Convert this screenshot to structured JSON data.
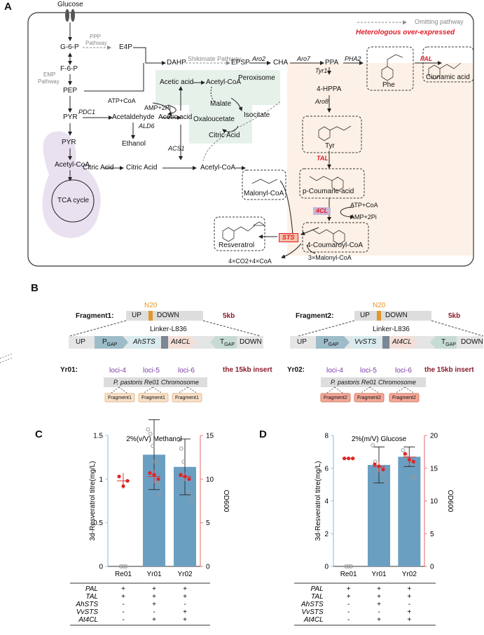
{
  "panels": {
    "a": "A",
    "b": "B",
    "c": "C",
    "d": "D"
  },
  "pathway": {
    "glucose": "Glucose",
    "g6p": "G-6-P",
    "ppp": "PPP",
    "ppp2": "Pathway",
    "e4p": "E4P",
    "f6p": "F-6-P",
    "emp": "EMP",
    "emp2": "Pathway",
    "pep": "PEP",
    "pyr": "PYR",
    "pdc1": "PDC1",
    "acetaldehyde": "Acetaldehyde",
    "ald6": "ALD6",
    "ethanol": "Ethanol",
    "acetic": "Acetic acid",
    "atp_coa": "ATP+CoA",
    "amp_2pi": "AMP+2Pi",
    "acs1": "ACS1",
    "dahp": "DAHP",
    "shikimate": "Shikimate Pathway",
    "epsp": "EPSP",
    "aro2": "Aro2",
    "cha": "CHA",
    "aro7": "Aro7",
    "ppa": "PPA",
    "pha2": "PHA2",
    "pal": "PAL",
    "phe": "Phe",
    "cinnamic": "Cinnamic acid",
    "tyr1": "Tyr1",
    "hppa": "4-HPPA",
    "aro8": "Aro8",
    "tyr": "Tyr",
    "tal": "TAL",
    "pcoumaric": "p-Coumaric-acid",
    "cl4": "4CL",
    "atp_coa2": "ATP+CoA",
    "amp_2pi2": "AMP+2Pi",
    "coumaroyl": "4-Coumaroyl-CoA",
    "sts": "STS",
    "malonyl3": "3×Malonyl-CoA",
    "co2": "4×CO2+4×CoA",
    "resveratrol": "Resveratrol",
    "malonyl": "Malonyl-CoA",
    "acetyl_coa": "Acetyl-CoA",
    "citric": "Citric Acid",
    "citric2": "Citric Acid",
    "pyr_m": "PYR",
    "acetyl_m": "Acetyl-CoA",
    "tca": "TCA cycle",
    "perox": "Peroxisome",
    "px_acetic": "Acetic acid",
    "px_acetyl": "Acetyl-CoA",
    "malate": "Malate",
    "oxaloacetate": "Oxaloucetate",
    "isocitate": "Isocitate",
    "px_citric": "Citric Acid",
    "omit": "Omitting pathway",
    "hetero": "Heterologous over-expressed"
  },
  "constructs": {
    "f1": "Fragment1:",
    "f2": "Fragment2:",
    "up": "UP",
    "n20": "N20",
    "down": "DOWN",
    "size": "5kb",
    "linker": "Linker-L836",
    "pgap": "P",
    "gap_sub": "GAP",
    "ahsts": "AhSTS",
    "vvsts": "VvSTS",
    "at4cl": "At4CL",
    "tgap": "T",
    "yr01": "Yr01:",
    "yr02": "Yr02:",
    "insert": "the 15kb insert",
    "loci4": "loci-4",
    "loci5": "loci-5",
    "loci6": "loci-6",
    "chrom": "P. pastoris Re01 Chromosome",
    "frag1": "Fragment1",
    "frag2": "Fragment2"
  },
  "chart_data": [
    {
      "type": "bar",
      "title": "2%(v/V) Methanol",
      "categories": [
        "Re01",
        "Yr01",
        "Yr02"
      ],
      "ylabel": "3d-Resveratrol titre(mg/L)",
      "ylim": [
        0,
        1.5
      ],
      "yticks": [
        "0",
        "0.5",
        "1",
        "1.5"
      ],
      "y2label": "OD600",
      "y2lim": [
        0,
        15
      ],
      "y2ticks": [
        "0",
        "5",
        "10",
        "15"
      ],
      "series": [
        {
          "values": [
            0,
            1.28,
            1.14
          ],
          "errors": [
            0,
            0.4,
            0.32
          ]
        },
        {
          "values": [
            9.8,
            10.3,
            10.3
          ],
          "errors": [
            0.9,
            0.8,
            0.4
          ]
        }
      ],
      "points": [
        [
          0.0,
          0.0,
          0.0
        ],
        [
          1.57,
          1.52,
          1.38,
          1.2,
          0.95,
          0.82
        ],
        [
          1.45,
          1.35,
          1.2,
          1.0,
          0.85,
          0.75
        ]
      ],
      "od_points": [
        [
          10.3,
          9.2,
          9.8
        ],
        [
          10.7,
          10.5,
          10.0
        ],
        [
          10.5,
          10.3,
          10.0
        ]
      ],
      "genes": [
        {
          "name": "PAL",
          "cells": [
            "+",
            "+",
            "+"
          ]
        },
        {
          "name": "TAL",
          "cells": [
            "+",
            "+",
            "+"
          ]
        },
        {
          "name": "AhSTS",
          "cells": [
            "-",
            "+",
            "-"
          ]
        },
        {
          "name": "VvSTS",
          "cells": [
            "-",
            "-",
            "+"
          ]
        },
        {
          "name": "At4CL",
          "cells": [
            "-",
            "+",
            "+"
          ]
        }
      ]
    },
    {
      "type": "bar",
      "title": "2%(m/V) Glucose",
      "categories": [
        "Re01",
        "Yr01",
        "Yr02"
      ],
      "ylabel": "3d-Resveratrol titre(mg/L)",
      "ylim": [
        0,
        8
      ],
      "yticks": [
        "0",
        "2",
        "4",
        "6",
        "8"
      ],
      "y2label": "OD600",
      "y2lim": [
        0,
        20
      ],
      "y2ticks": [
        "0",
        "5",
        "10",
        "15",
        "20"
      ],
      "series": [
        {
          "values": [
            0,
            6.2,
            6.7
          ],
          "errors": [
            0,
            1.1,
            0.6
          ]
        },
        {
          "values": [
            16.5,
            15.2,
            16.7
          ],
          "errors": [
            0.2,
            0.8,
            1.0
          ]
        }
      ],
      "points": [
        [
          0,
          0,
          0
        ],
        [
          7.4,
          6.4,
          6.0,
          5.9,
          5.6,
          5.2
        ],
        [
          7.1,
          6.8,
          6.6,
          6.3,
          5.5,
          5.3
        ]
      ],
      "od_points": [
        [
          16.5,
          16.5,
          16.5
        ],
        [
          15.6,
          15.3,
          14.8
        ],
        [
          17.2,
          16.3,
          16.0
        ]
      ],
      "genes": [
        {
          "name": "PAL",
          "cells": [
            "+",
            "+",
            "+"
          ]
        },
        {
          "name": "TAL",
          "cells": [
            "+",
            "+",
            "+"
          ]
        },
        {
          "name": "AhSTS",
          "cells": [
            "-",
            "+",
            "-"
          ]
        },
        {
          "name": "VvSTS",
          "cells": [
            "-",
            "-",
            "+"
          ]
        },
        {
          "name": "At4CL",
          "cells": [
            "-",
            "+",
            "+"
          ]
        }
      ]
    }
  ]
}
